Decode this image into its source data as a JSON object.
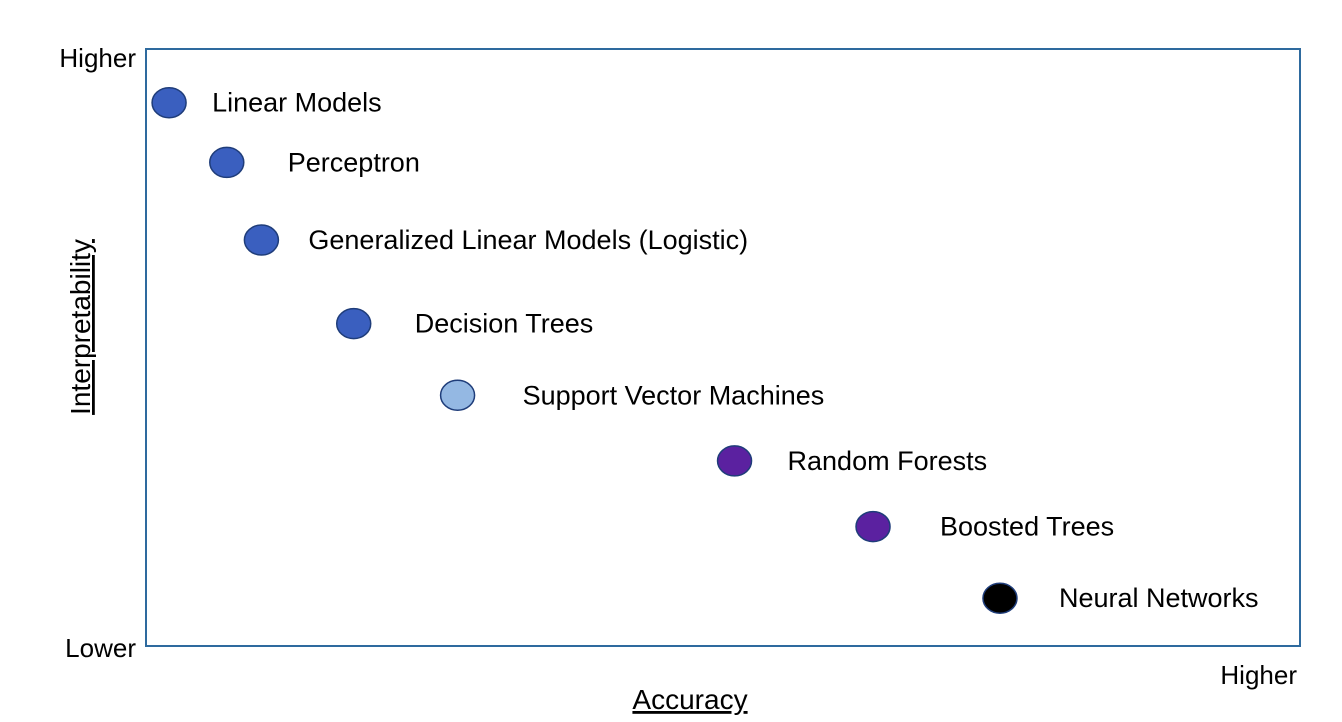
{
  "chart_data": {
    "type": "scatter",
    "title": "",
    "xlabel": "Accuracy",
    "ylabel": "Interpretability",
    "x_axis": {
      "low_label": "",
      "high_label": "Higher"
    },
    "y_axis": {
      "low_label": "Lower",
      "high_label": "Higher"
    },
    "xlim": [
      0,
      100
    ],
    "ylim": [
      0,
      100
    ],
    "grid": false,
    "legend": "none",
    "colors": {
      "frame": "#2e6a9e",
      "marker_stroke": "#1f3d7a"
    },
    "points": [
      {
        "label": "Linear Models",
        "x": 2,
        "y": 91,
        "color": "#3a5fbf"
      },
      {
        "label": "Perceptron",
        "x": 7,
        "y": 81,
        "color": "#3a5fbf"
      },
      {
        "label": "Generalized Linear Models (Logistic)",
        "x": 10,
        "y": 68,
        "color": "#3a5fbf"
      },
      {
        "label": "Decision Trees",
        "x": 18,
        "y": 54,
        "color": "#3a5fbf"
      },
      {
        "label": "Support Vector Machines",
        "x": 27,
        "y": 42,
        "color": "#94b8e3"
      },
      {
        "label": "Random Forests",
        "x": 51,
        "y": 31,
        "color": "#5b21a0"
      },
      {
        "label": "Boosted Trees",
        "x": 63,
        "y": 20,
        "color": "#5b21a0"
      },
      {
        "label": "Neural Networks",
        "x": 74,
        "y": 8,
        "color": "#000000"
      }
    ]
  }
}
